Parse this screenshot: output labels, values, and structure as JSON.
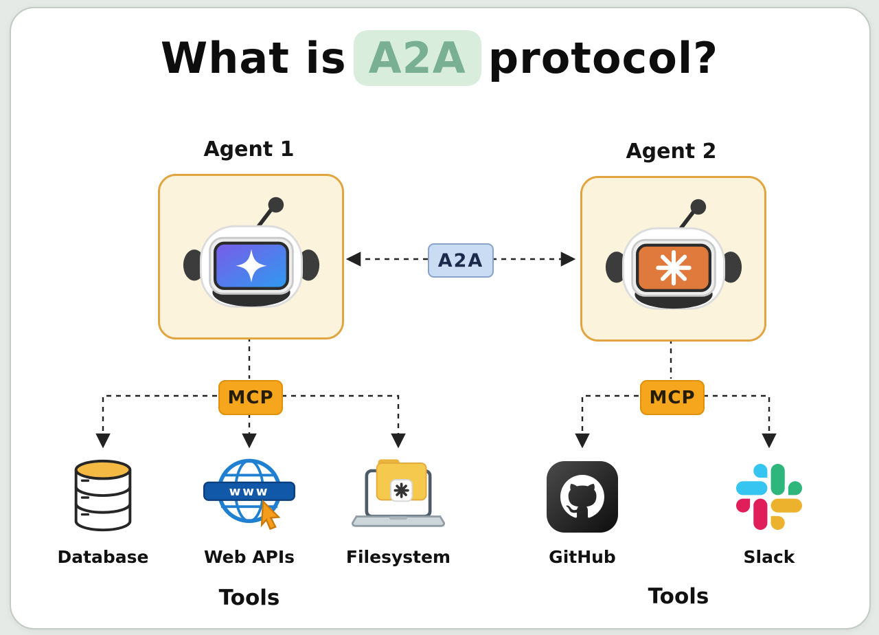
{
  "title": {
    "text_before": "What is",
    "highlight": "A2A",
    "text_after": "protocol?"
  },
  "agents": [
    {
      "label": "Agent 1"
    },
    {
      "label": "Agent 2"
    }
  ],
  "a2a_badge_label": "A2A",
  "mcp_label": "MCP",
  "tools": {
    "left": {
      "items": [
        {
          "label": "Database"
        },
        {
          "label": "Web APIs"
        },
        {
          "label": "Filesystem"
        }
      ],
      "group_label": "Tools"
    },
    "right": {
      "items": [
        {
          "label": "GitHub"
        },
        {
          "label": "Slack"
        }
      ],
      "group_label": "Tools"
    }
  },
  "web_apis_banner": "www",
  "icons": {
    "agent1_face": "sparkle-star-blue",
    "agent2_face": "starburst-orange",
    "database": "database-cylinder-icon",
    "web_apis": "globe-www-cursor-icon",
    "filesystem": "laptop-folder-icon",
    "github": "github-octocat-icon",
    "slack": "slack-logo-icon"
  },
  "colors": {
    "agent_box_fill": "#FBF3DC",
    "agent_box_border": "#E2A43F",
    "mcp_fill": "#F6A61D",
    "a2a_fill": "#C9DCF3",
    "a2a_border": "#87A3C9",
    "title_highlight_bg": "#D9EDDC",
    "title_highlight_text": "#79B094",
    "connector": "#222222"
  }
}
